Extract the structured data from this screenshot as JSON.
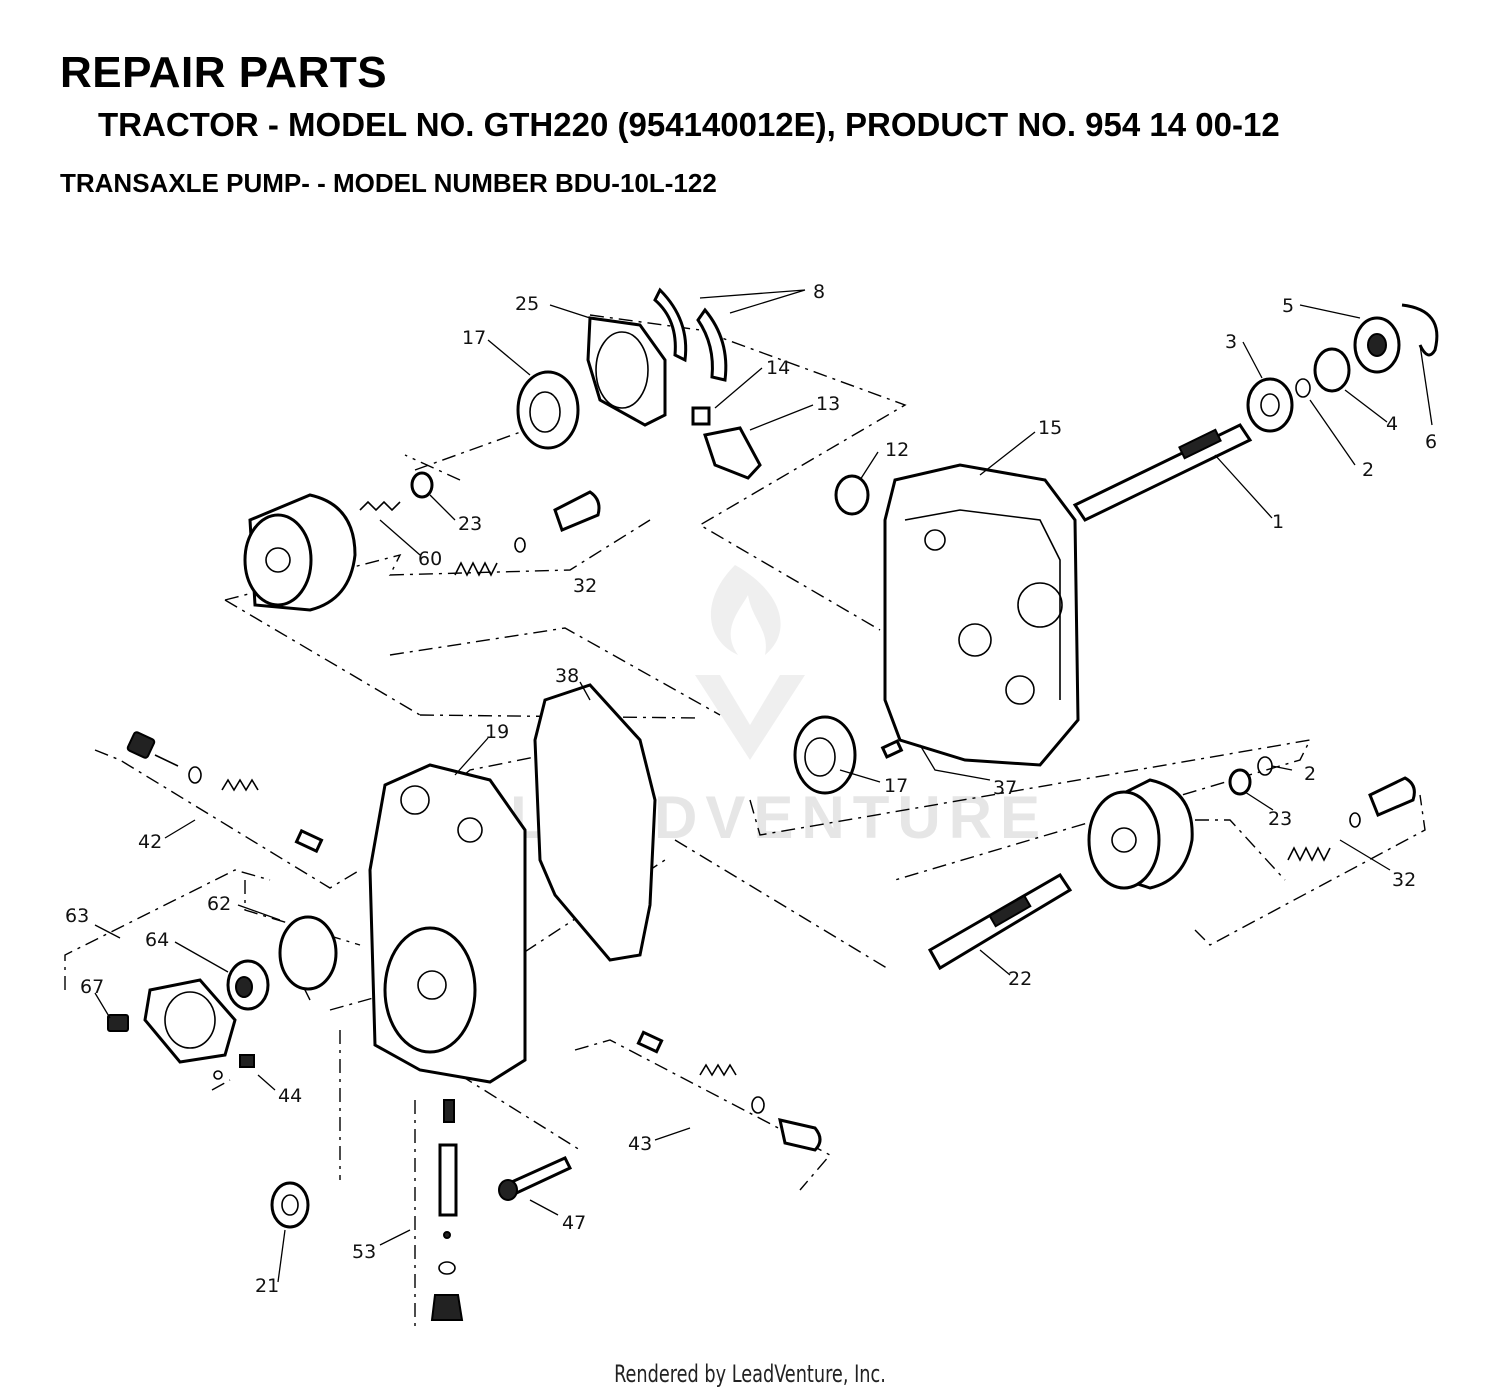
{
  "header": {
    "title": "REPAIR PARTS",
    "subtitle": "TRACTOR - MODEL NO. GTH220 (954140012E), PRODUCT NO. 954 14 00-12",
    "section": "TRANSAXLE PUMP- - MODEL NUMBER BDU-10L-122"
  },
  "watermark": "LEADVENTURE",
  "footer": "Rendered by LeadVenture, Inc.",
  "callouts": {
    "c8": "8",
    "c25": "25",
    "c17a": "17",
    "c14": "14",
    "c13": "13",
    "c5": "5",
    "c3": "3",
    "c4": "4",
    "c6": "6",
    "c2a": "2",
    "c12": "12",
    "c15": "15",
    "c1": "1",
    "c23a": "23",
    "c60": "60",
    "c32a": "32",
    "c38": "38",
    "c19": "19",
    "c17b": "17",
    "c37": "37",
    "c2b": "2",
    "c23b": "23",
    "c32b": "32",
    "c42": "42",
    "c63": "63",
    "c62": "62",
    "c64": "64",
    "c67": "67",
    "c44": "44",
    "c22": "22",
    "c43": "43",
    "c47": "47",
    "c53": "53",
    "c21": "21"
  }
}
